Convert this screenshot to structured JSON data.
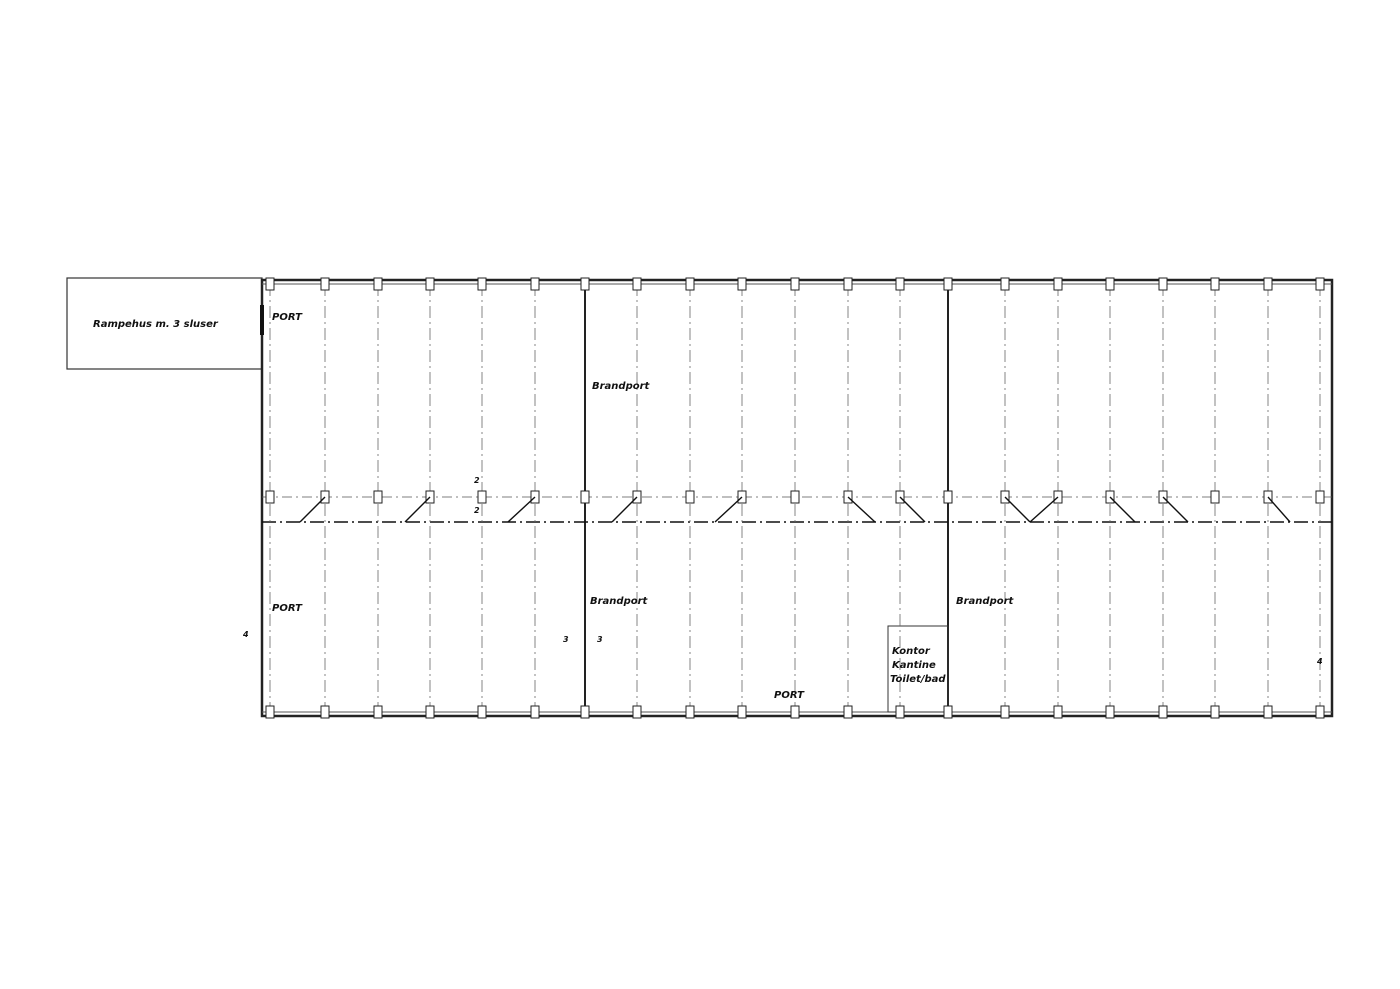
{
  "plan": {
    "annex_label": "Rampehus m. 3 sluser",
    "port_labels": [
      "PORT",
      "PORT",
      "PORT"
    ],
    "fire_door_labels": [
      "Brandport",
      "Brandport",
      "Brandport"
    ],
    "office_labels": [
      "Kontor",
      "Kantine",
      "Toilet/bad"
    ],
    "section_markers": [
      "3",
      "3",
      "4",
      "4",
      "2",
      "2"
    ]
  }
}
